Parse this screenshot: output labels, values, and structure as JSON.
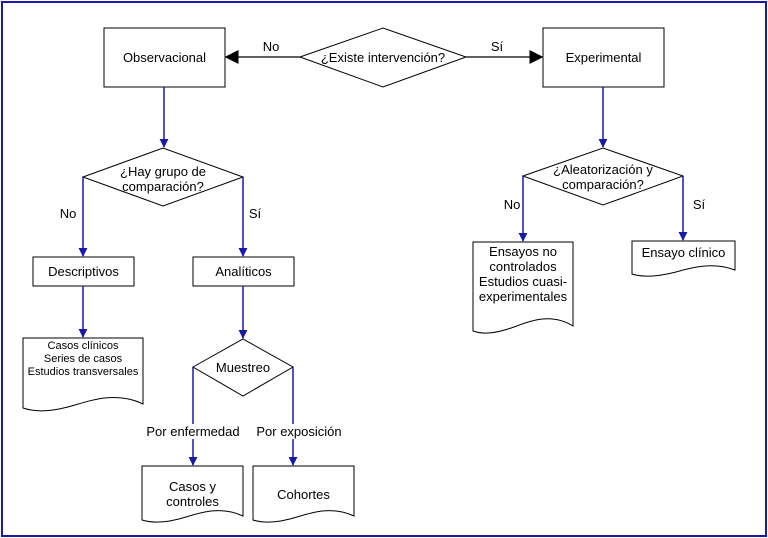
{
  "colors": {
    "border": "#1a1aa8",
    "arrow_blue": "#1a1aa8",
    "arrow_black": "#000000",
    "stroke": "#000000",
    "fill": "#ffffff"
  },
  "nodes": {
    "observacional": "Observacional",
    "existe_intervencion": "¿Existe intervención?",
    "experimental": "Experimental",
    "hay_grupo": "¿Hay grupo de\ncomparación?",
    "aleatorizacion": "¿Aleatorización y\ncomparación?",
    "descriptivos": "Descriptivos",
    "analiticos": "Analíticos",
    "descriptivos_doc": "Casos clínicos\nSeries de casos\nEstudios transversales",
    "muestreo": "Muestreo",
    "casos_controles": "Casos y\ncontroles",
    "cohortes": "Cohortes",
    "ensayos_no_controlados": "Ensayos no\ncontrolados\nEstudios cuasi-\nexperimentales",
    "ensayo_clinico": "Ensayo clínico"
  },
  "edges": {
    "no_top": "No",
    "si_top": "Sí",
    "no_left": "No",
    "si_left": "Sí",
    "no_right": "No",
    "si_right": "Sí",
    "por_enfermedad": "Por enfermedad",
    "por_exposicion": "Por exposición"
  }
}
